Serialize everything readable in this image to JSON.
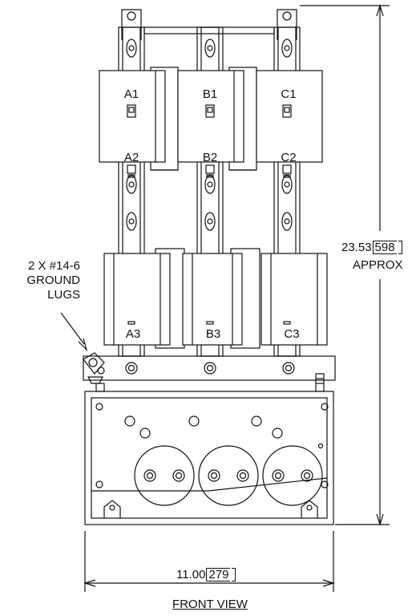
{
  "drawing": {
    "phases_top_upper": [
      "A1",
      "B1",
      "C1"
    ],
    "phases_top_lower": [
      "A2",
      "B2",
      "C2"
    ],
    "phases_bottom": [
      "A3",
      "B3",
      "C3"
    ],
    "height_dim": {
      "value": "23.53",
      "metric": "598",
      "qualifier": "APPROX"
    },
    "width_dim": {
      "value": "11.00",
      "metric": "279"
    },
    "ground_note": {
      "line1": "2 X #14-6",
      "line2": "GROUND",
      "line3": "LUGS"
    },
    "view_label": "FRONT VIEW"
  },
  "colors": {
    "line": "#111111",
    "background": "#ffffff"
  }
}
